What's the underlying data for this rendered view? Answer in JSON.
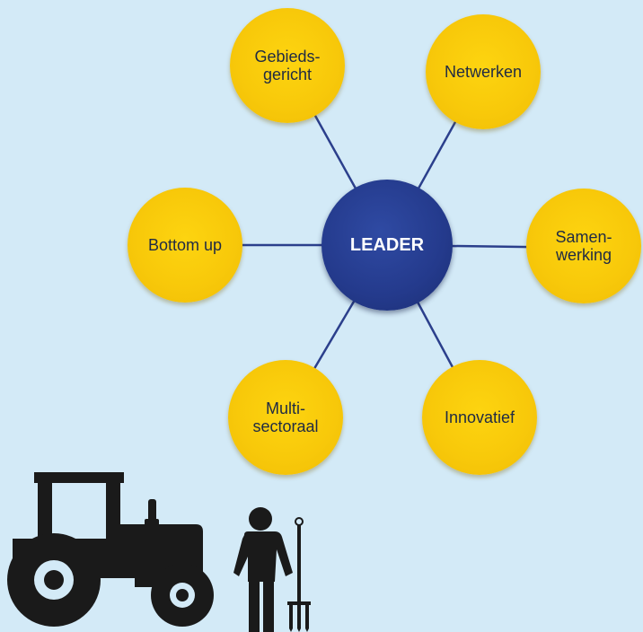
{
  "diagram": {
    "center": {
      "id": "leader",
      "label": "LEADER"
    },
    "satellites": [
      {
        "id": "gebiedsgericht",
        "label": "Gebieds-\ngericht"
      },
      {
        "id": "netwerken",
        "label": "Netwerken"
      },
      {
        "id": "samenwerking",
        "label": "Samen-\nwerking"
      },
      {
        "id": "innovatief",
        "label": "Innovatief"
      },
      {
        "id": "multisectoraal",
        "label": "Multi-\nsectoraal"
      },
      {
        "id": "bottom-up",
        "label": "Bottom up"
      }
    ],
    "colors": {
      "background": "#d3eaf7",
      "satellite_fill": "#f8c90a",
      "center_fill": "#243a8c",
      "connector": "#2b3f8c",
      "illustration": "#1a1a1a"
    }
  },
  "illustration": {
    "icons": [
      "tractor-icon",
      "farmer-with-pitchfork-icon"
    ]
  }
}
